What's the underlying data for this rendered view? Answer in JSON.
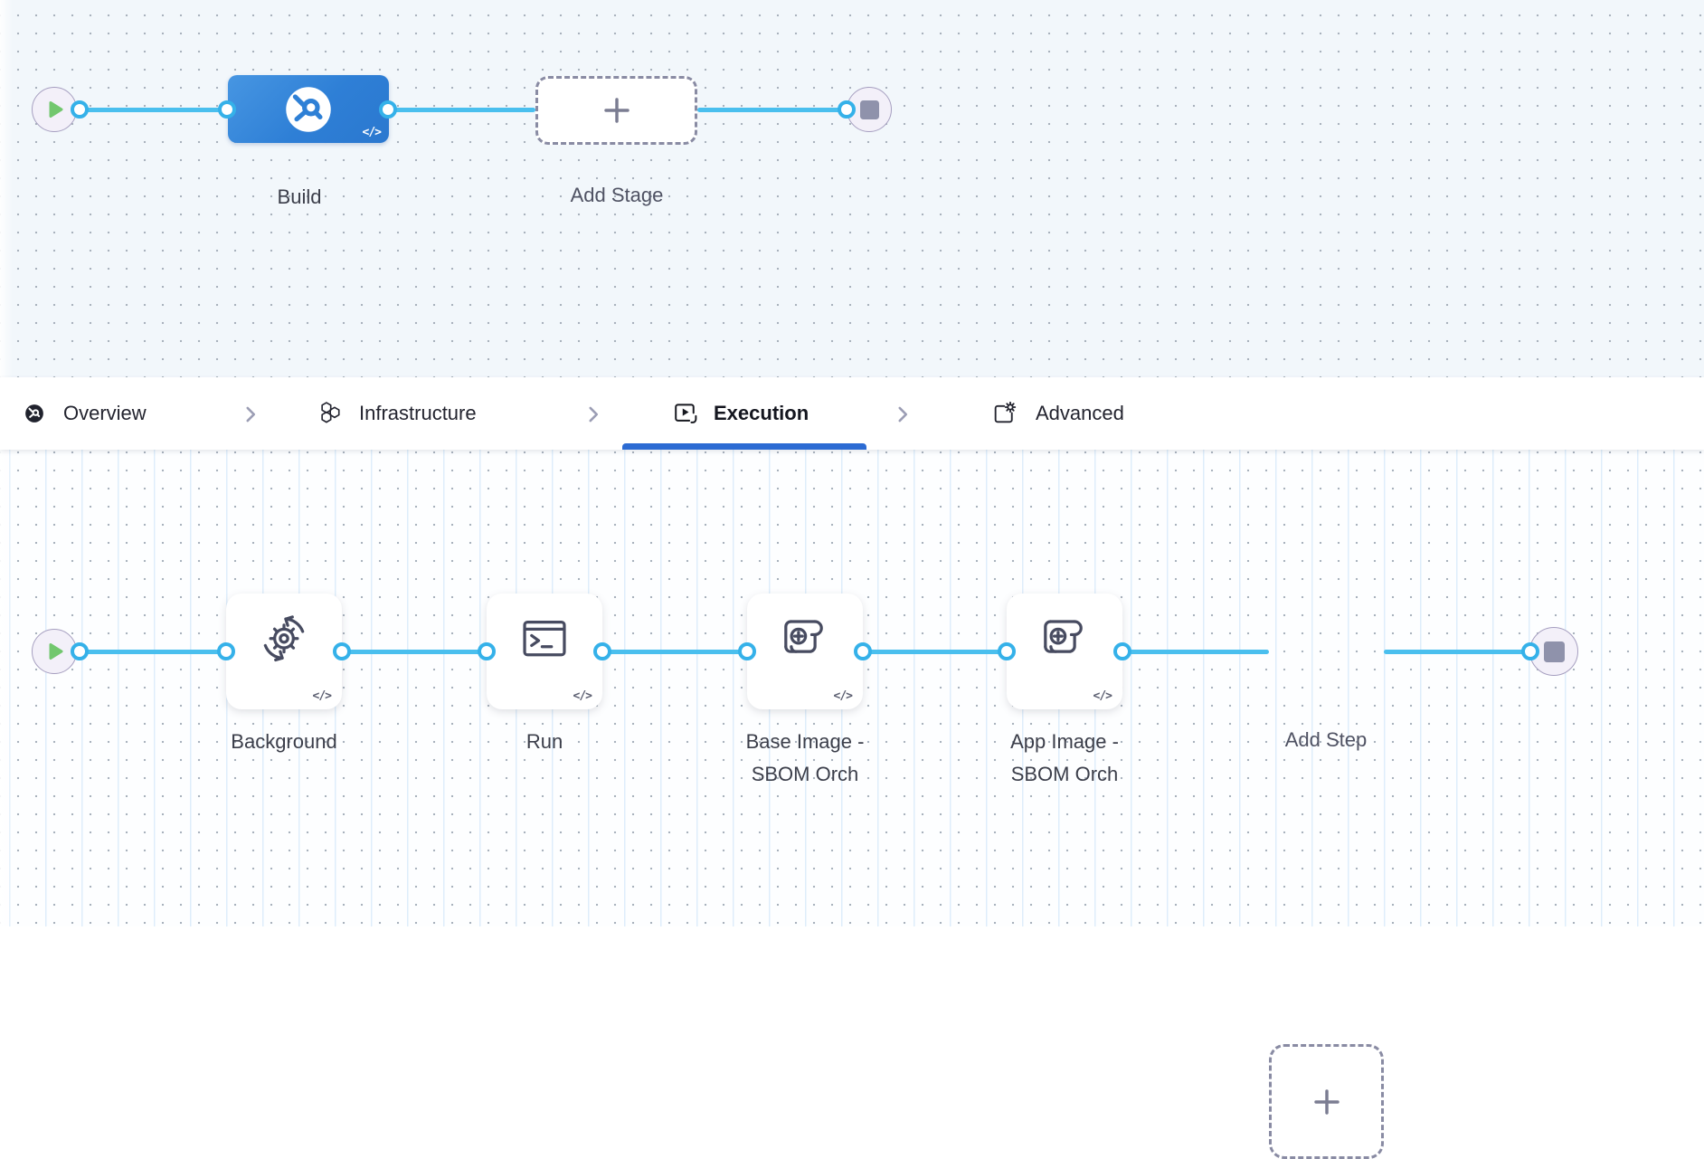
{
  "pipeline_graph": {
    "code_glyph": "</>",
    "nodes": [
      {
        "label": "Build",
        "type": "build-stage"
      },
      {
        "label": "Add Stage",
        "type": "add-stage"
      }
    ]
  },
  "tab_bar": {
    "active_tab": "Execution",
    "separator": "chevron-right",
    "tabs": [
      {
        "label": "Overview",
        "icon": "ci-overview-icon"
      },
      {
        "label": "Infrastructure",
        "icon": "hexagons-icon"
      },
      {
        "label": "Execution",
        "icon": "play-frame-icon"
      },
      {
        "label": "Advanced",
        "icon": "frame-gear-icon"
      }
    ]
  },
  "execution_graph": {
    "code_glyph": "</>",
    "steps": [
      {
        "line1": "Background",
        "line2": "",
        "icon": "gear-sync-icon"
      },
      {
        "line1": "Run",
        "line2": "",
        "icon": "terminal-icon"
      },
      {
        "line1": "Base Image -",
        "line2": "SBOM Orch",
        "icon": "scroll-plus-icon"
      },
      {
        "line1": "App Image -",
        "line2": "SBOM Orch",
        "icon": "scroll-plus-icon"
      }
    ],
    "add_step_label": "Add Step"
  },
  "colors": {
    "accent_blue": "#2c6bd3",
    "connector_blue": "#4abfee",
    "port_border": "#35b1e9",
    "stage_gradient_start": "#4796e2",
    "stage_gradient_end": "#2b78cf",
    "success_green": "#72c76e",
    "canvas_top_bg": "#f2f7fb",
    "canvas_bottom_bg": "#fdfeff",
    "dashed_border": "#898ba3",
    "icon_stroke": "#474b60",
    "text_dark": "#3b3e4a"
  }
}
